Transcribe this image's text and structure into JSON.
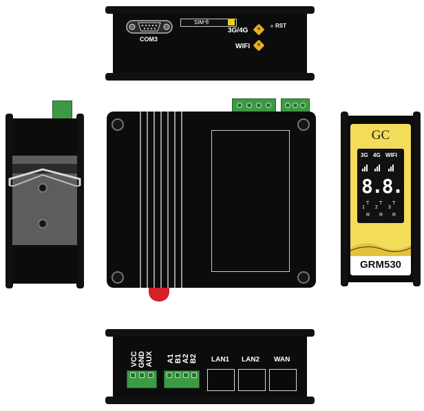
{
  "top_view": {
    "sim_label": "SIM卡",
    "com_label": "COM3",
    "rst_label": "RST",
    "antenna_labels": [
      "3G/4G",
      "WIFI"
    ]
  },
  "front_panel": {
    "brand": "GC",
    "network_labels": [
      "3G",
      "4G",
      "WIFI"
    ],
    "indicator_labels": [
      "1",
      "T",
      "2",
      "T",
      "3",
      "T",
      "R",
      "R",
      "R"
    ],
    "digits": "8.8.",
    "model": "GRM530"
  },
  "bottom_view": {
    "terminal_labels": [
      "VCC",
      "GND",
      "AUX",
      "A1",
      "B1",
      "A2",
      "B2"
    ],
    "port_labels": [
      "LAN1",
      "LAN2",
      "WAN"
    ]
  },
  "colors": {
    "housing": "#0c0c0c",
    "terminal_green": "#3c9a44",
    "panel_yellow": "#f2dc5a",
    "antenna_gold": "#e3b12a",
    "antenna_red": "#d4212a"
  }
}
